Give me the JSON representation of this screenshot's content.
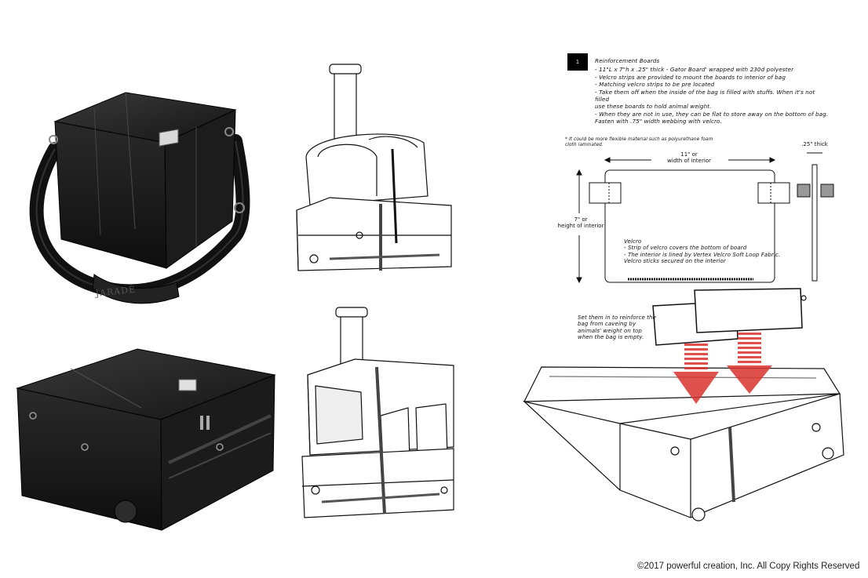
{
  "brand": {
    "name": "JARADÉ"
  },
  "step": {
    "number": "1"
  },
  "notes": {
    "title": "Reinforcement Boards",
    "lines": [
      "- 11\"L x 7\"h x .25\" thick - Gator Board' wrapped with 230d polyester",
      "- Velcro strips are provided to mount the boards to interior of bag",
      "- Matching velcro strips to be pre located",
      "- Take them off when the inside of the bag is filled with stuffs. When it's not filled",
      "  use these boards to hold animal weight.",
      "- When they are not in use, they can be flat to store away on the bottom of bag.",
      "  Fasten with .75\" width webbing with velcro."
    ],
    "footnote": "* It could be more flexible material such as polyurethane foam cloth laminated."
  },
  "dimensions": {
    "width_value": "11\" or",
    "width_label": "width of interior",
    "height_value": "7\" or",
    "height_label": "height of interior",
    "thickness": ".25\" thick"
  },
  "velcro_note": {
    "title": "Velcro",
    "lines": [
      "- Strip of velcro covers the bottom of board",
      "- The interior is lined by Vertex Velcro Soft Loop Fabric. Velcro sticks secured on the interior"
    ]
  },
  "instruction": "Set them in to reinforce the bag from caveing by animals' weight on top when the bag is empty.",
  "copyright": "©2017 powerful creation, Inc. All Copy Rights Reserved",
  "colors": {
    "accent_red": "#d9332e",
    "bag_black": "#1a1a1a"
  }
}
